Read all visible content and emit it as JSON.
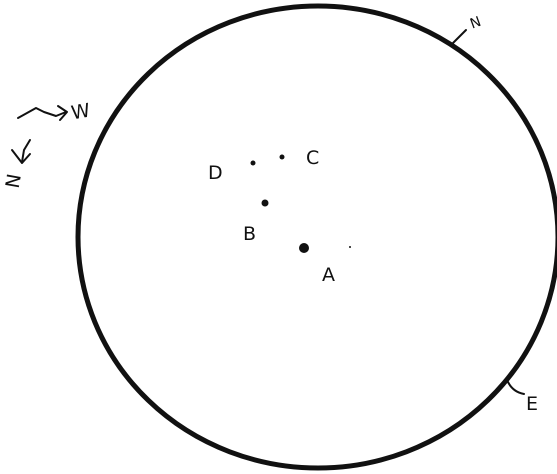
{
  "sketch": {
    "ink_color": "#111111",
    "background_color": "#ffffff",
    "disk": {
      "edge_labels": {
        "north": "N",
        "east": "E"
      }
    },
    "compass": {
      "north": "N",
      "west": "W"
    },
    "spots": [
      {
        "label": "A"
      },
      {
        "label": "B"
      },
      {
        "label": "C"
      },
      {
        "label": "D"
      }
    ]
  }
}
